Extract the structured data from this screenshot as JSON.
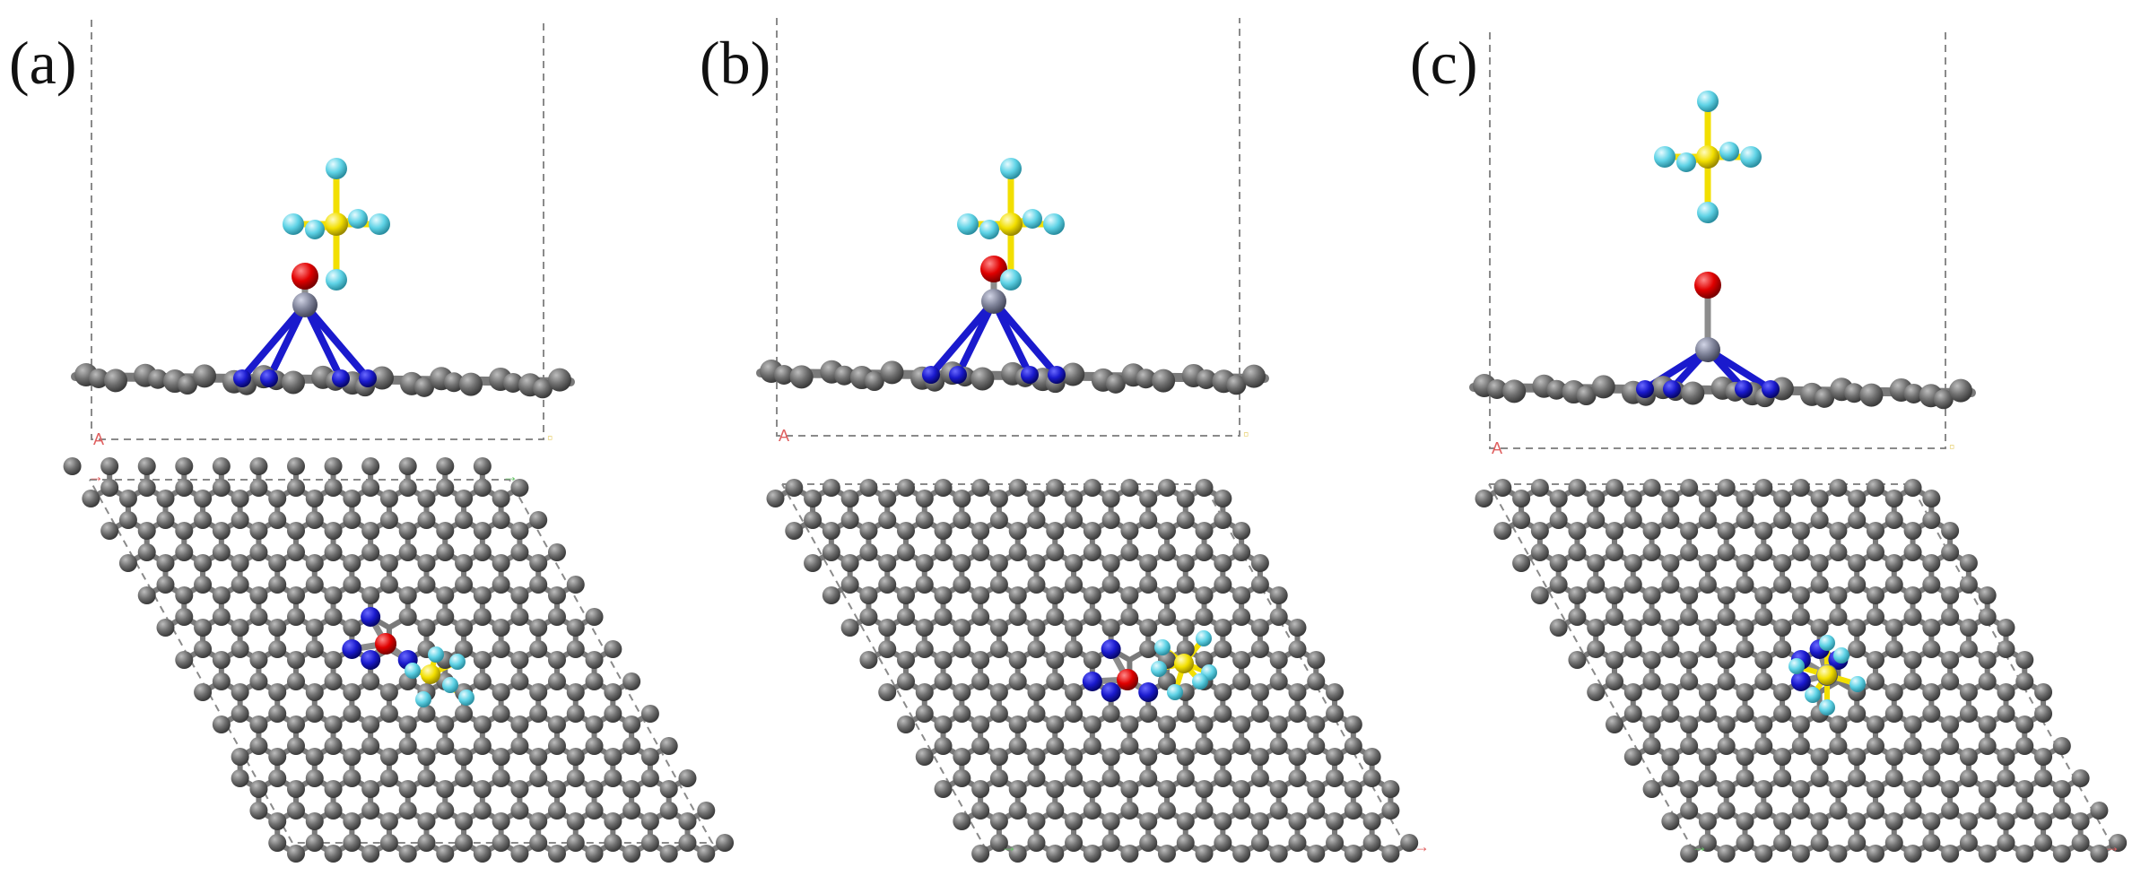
{
  "panels": [
    {
      "label": "(a)",
      "side_axis_label": "A",
      "atoms": {
        "carbon": "#6e6e6e",
        "nitrogen": "#1a1acd",
        "metal": "#7f8399",
        "oxygen": "#e00000",
        "sulfur": "#f2df00",
        "fluorine": "#5fd3e6"
      }
    },
    {
      "label": "(b)",
      "side_axis_label": "A"
    },
    {
      "label": "(c)",
      "side_axis_label": "A"
    }
  ],
  "colors": {
    "carbon": "#6e6e6e",
    "nitrogen": "#1a1acd",
    "metal": "#7f8399",
    "oxygen": "#e00000",
    "sulfur": "#f2df00",
    "fluorine": "#5fd3e6",
    "cell_line": "#8a8a8a"
  }
}
